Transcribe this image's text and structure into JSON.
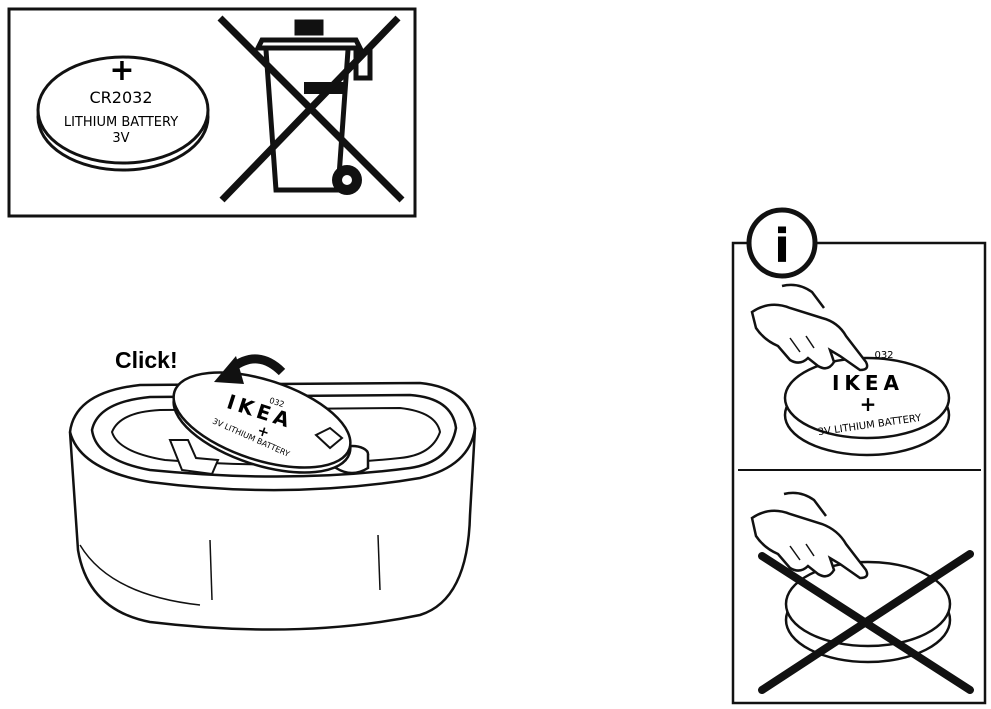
{
  "battery_box": {
    "plus": "+",
    "model": "CR2032",
    "type": "LITHIUM BATTERY",
    "voltage": "3V"
  },
  "install": {
    "click_label": "Click!",
    "coin_brand": "IKEA",
    "coin_plus": "+",
    "coin_number": "032",
    "coin_text": "3V LITHIUM BATTERY"
  },
  "info_panel": {
    "info_symbol": "i",
    "coin_brand": "IKEA",
    "coin_plus": "+",
    "coin_number": "032",
    "coin_text": "3V LITHIUM BATTERY"
  }
}
